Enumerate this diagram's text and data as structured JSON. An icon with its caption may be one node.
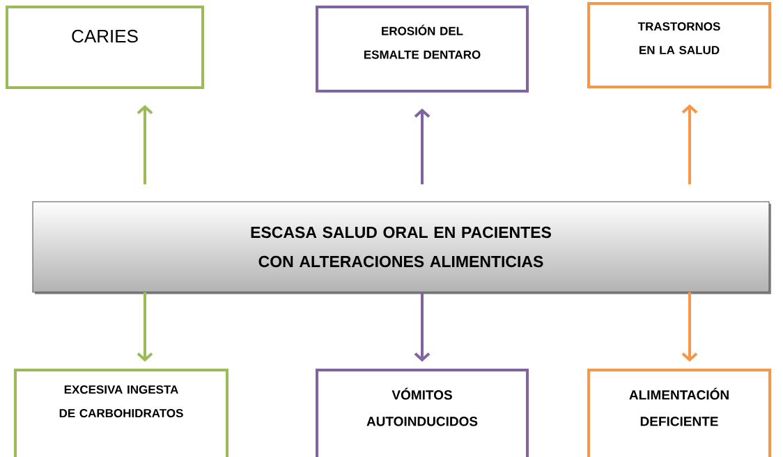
{
  "diagram": {
    "nodes": [
      {
        "text": [
          "ESCASA SALUD  ORAL EN PACIENTES CON ALTERACIONES ALIMENTICIAS"
        ]
      },
      {
        "text": [
          "CARIES"
        ]
      },
      {
        "text": [
          "EROSIÓN DEL ESMALTE DENTARO"
        ]
      },
      {
        "text": [
          "TRASTORNOS EN LA SALUD"
        ]
      },
      {
        "text": [
          "EXCESIVA INGESTA DE CARBOHIDRATOS"
        ]
      },
      {
        "text": [
          "VÓMITOS AUTOINDUCIDOS"
        ]
      },
      {
        "text": [
          "ALIMENTACIÓN DEFICIENTE"
        ]
      }
    ],
    "edges": [
      {
        "from": 0,
        "to": 1,
        "arrow": "to",
        "color": "#9bbb59"
      },
      {
        "from": 0,
        "to": 2,
        "arrow": "to",
        "color": "#8064a2"
      },
      {
        "from": 0,
        "to": 3,
        "arrow": "to",
        "color": "#f79646"
      },
      {
        "from": 0,
        "to": 4,
        "arrow": "to",
        "color": "#9bbb59"
      },
      {
        "from": 0,
        "to": 5,
        "arrow": "to",
        "color": "#8064a2"
      },
      {
        "from": 0,
        "to": 6,
        "arrow": "to",
        "color": "#f79646"
      }
    ]
  }
}
